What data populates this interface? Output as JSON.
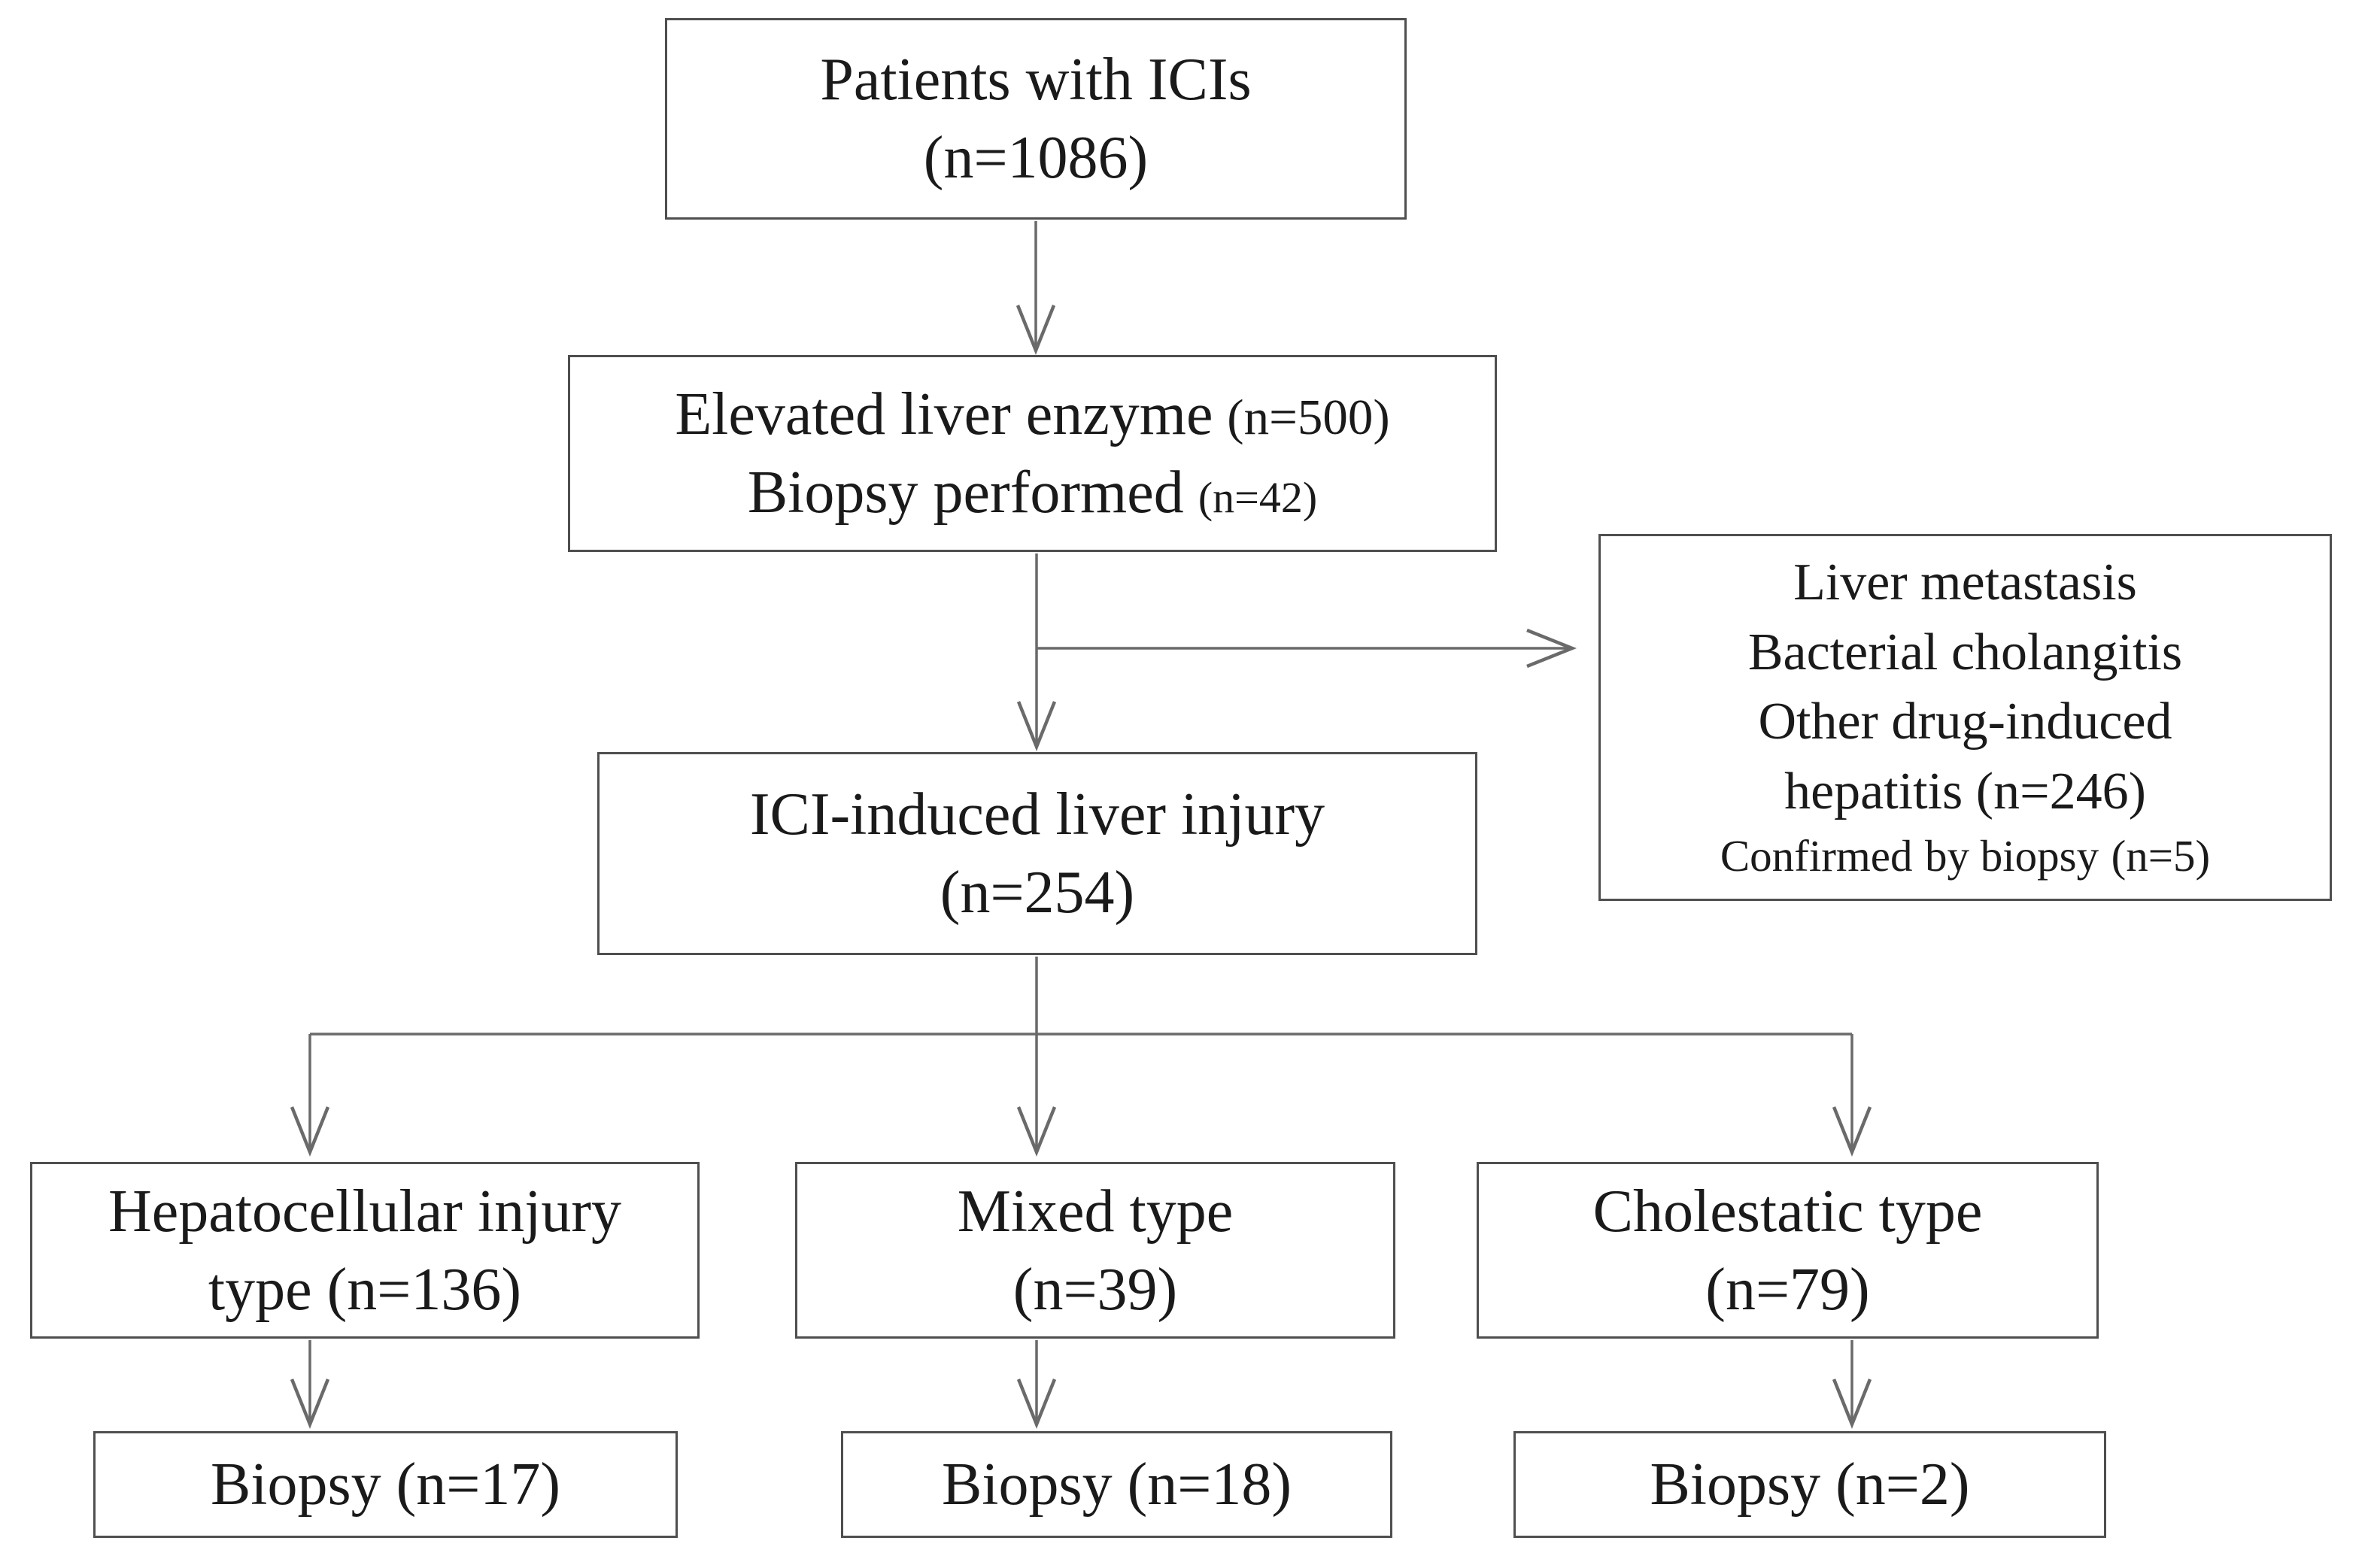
{
  "boxes": {
    "patients": {
      "line1": "Patients with ICIs",
      "line2": "(n=1086)"
    },
    "elevated": {
      "line1_main": "Elevated liver enzyme",
      "line1_n": "(n=500)",
      "line2_main": "Biopsy performed",
      "line2_n": "(n=42)"
    },
    "exclusion": {
      "line1": "Liver metastasis",
      "line2": "Bacterial cholangitis",
      "line3": "Other drug-induced",
      "line4": "hepatitis (n=246)",
      "line5_word1": "Confirmed",
      "line5_word2": "by biopsy",
      "line5_n": "(n=5)"
    },
    "ici": {
      "line1": "ICI-induced liver injury",
      "line2": "(n=254)"
    },
    "hepatocellular": {
      "line1": "Hepatocellular injury",
      "line2": "type (n=136)"
    },
    "mixed": {
      "line1": "Mixed type",
      "line2": "(n=39)"
    },
    "cholestatic": {
      "line1": "Cholestatic type",
      "line2": "(n=79)"
    },
    "biopsy_hepatocellular": {
      "line1": "Biopsy (n=17)"
    },
    "biopsy_mixed": {
      "line1": "Biopsy (n=18)"
    },
    "biopsy_cholestatic": {
      "line1": "Biopsy (n=2)"
    }
  },
  "colors": {
    "background": "#ffffff",
    "box_border": "#4f4f4f",
    "connector_line": "#6a6a6a",
    "text": "#1a1a1a"
  }
}
